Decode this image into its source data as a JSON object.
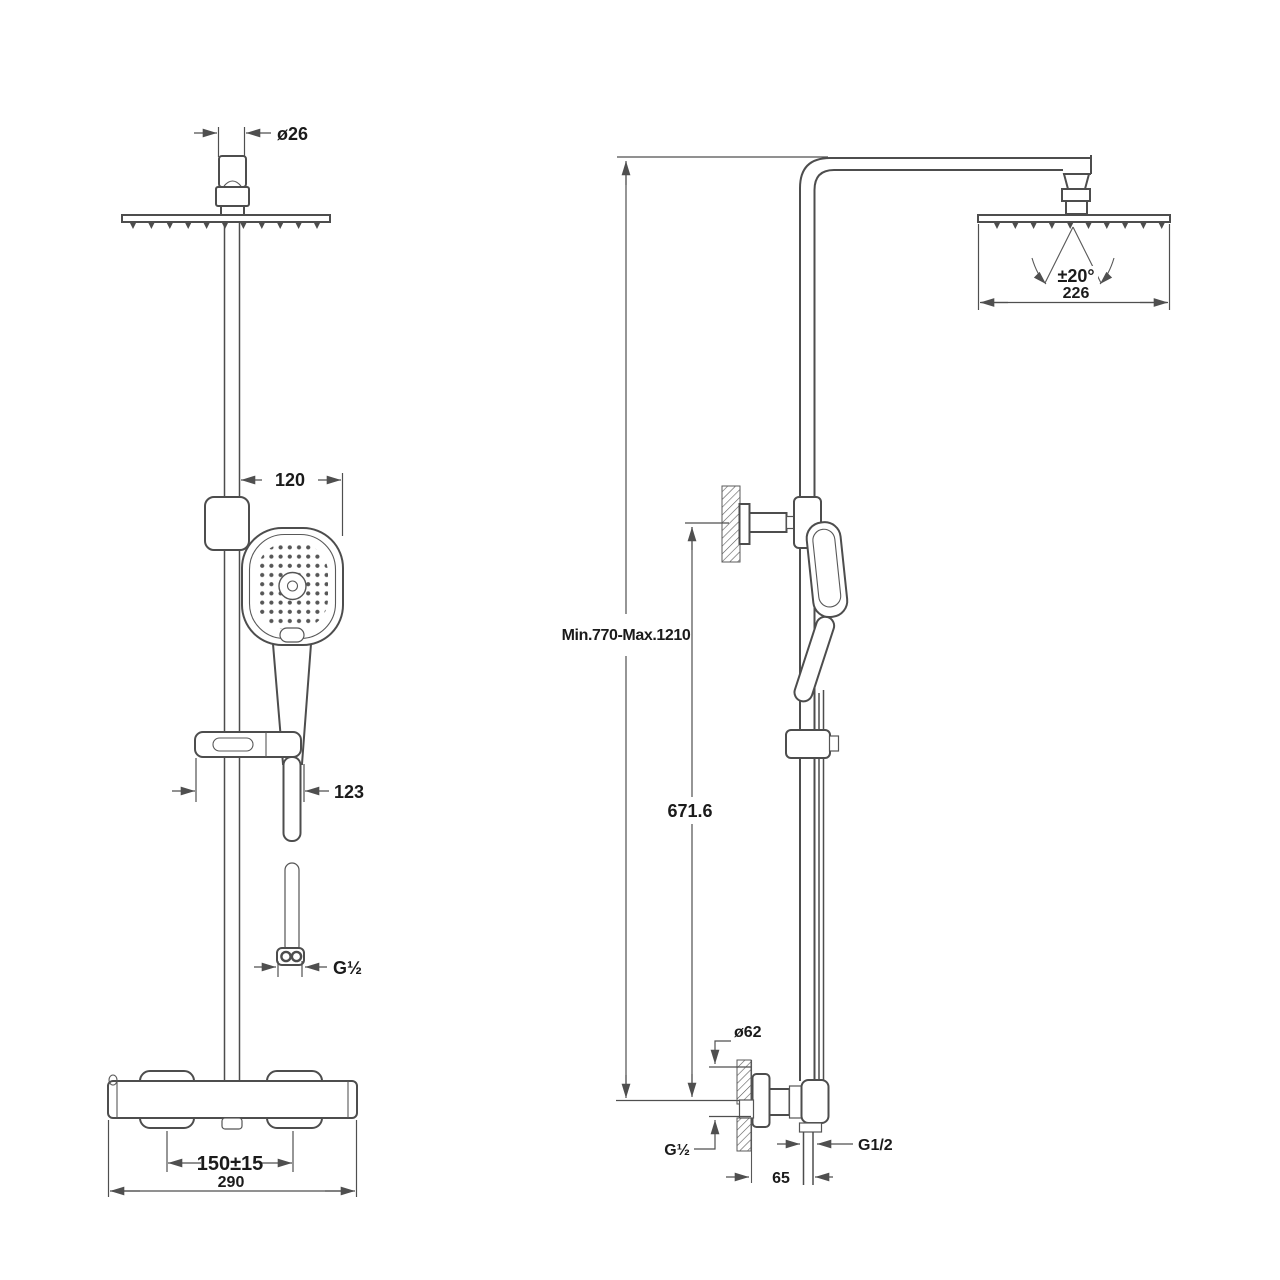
{
  "drawing": {
    "title": "shower-column-technical-drawing",
    "background": "#ffffff",
    "line_color": "#4d4d4d",
    "text_color": "#1b1b1b"
  },
  "front_view": {
    "dims": {
      "top_diameter": "ø26",
      "slider_width": "120",
      "shelf_offset": "123",
      "hose_thread": "G½",
      "handle_centers": "150±15",
      "mixer_width": "290"
    }
  },
  "side_view": {
    "dims": {
      "height_range": "Min.770-Max.1210",
      "bracket_height": "671.6",
      "head_width": "226",
      "head_tilt": "±20°",
      "escutcheon_diameter": "ø62",
      "wall_thread": "G½",
      "outlet_thread": "G1/2",
      "wall_offset": "65"
    }
  }
}
